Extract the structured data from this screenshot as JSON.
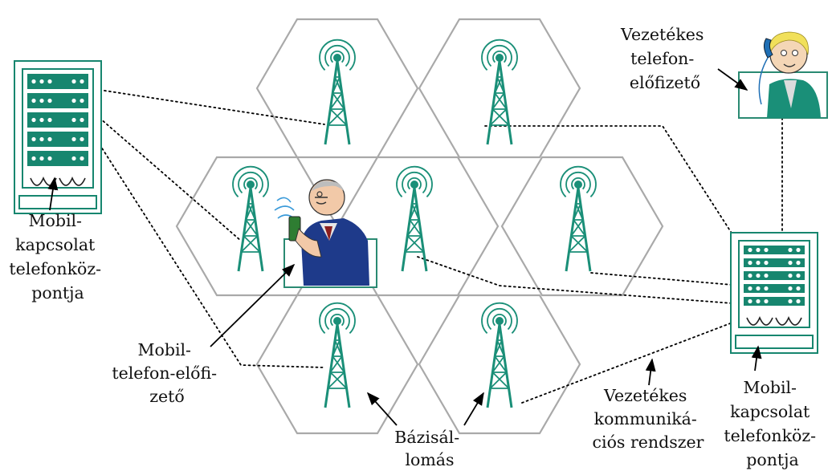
{
  "colors": {
    "tower": "#1a8f78",
    "rack": "#17866f",
    "hex_stroke": "#a9a9a9",
    "line": "#000000",
    "coat": "#1e3a8a",
    "skin": "#f2c9a8",
    "hair": "#f1e05a",
    "phone_blue": "#1f6fb5"
  },
  "icons": [
    "switch-rack-icon",
    "antenna-tower-icon",
    "person-mobile-phone-icon",
    "person-landline-phone-icon",
    "arrow-icon"
  ],
  "labels": {
    "exchange_left": [
      "Mobil-",
      "kapcsolat",
      "telefonköz-",
      "pontja"
    ],
    "mobile_subscriber": [
      "Mobil-",
      "telefon-előfi-",
      "zető"
    ],
    "base_station": [
      "Bázisál-",
      "lomás"
    ],
    "wired_system": [
      "Vezetékes",
      "kommuniká-",
      "ciós rendszer"
    ],
    "exchange_right": [
      "Mobil-",
      "kapcsolat",
      "telefonköz-",
      "pontja"
    ],
    "wired_subscriber": [
      "Vezetékes",
      "telefon-",
      "előfizető"
    ]
  }
}
